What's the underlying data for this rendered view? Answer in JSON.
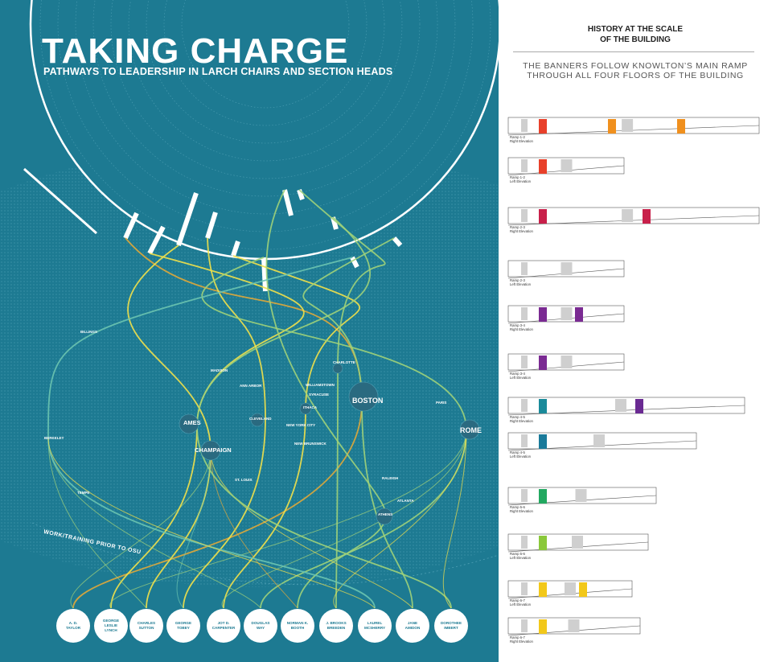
{
  "poster": {
    "title": "TAKING CHARGE",
    "subtitle": "PATHWAYS TO LEADERSHIP IN LARCH CHAIRS AND SECTION HEADS",
    "prior_label": "WORK/TRAINING PRIOR TO OSU",
    "colors": {
      "background": "#1d7a92",
      "gold": "#e0a83a",
      "yellow": "#f2e14a",
      "green": "#9fd27a",
      "teal": "#6cc4b0"
    },
    "people": [
      {
        "name": "A. D.\nTAYLOR"
      },
      {
        "name": "GEORGE\nLESLIE\nLYNCH"
      },
      {
        "name": "CHARLES\nSUTTON"
      },
      {
        "name": "GEORGE\nTOBEY"
      },
      {
        "name": "JOT D.\nCARPENTER"
      },
      {
        "name": "DOUGLAS\nWAY"
      },
      {
        "name": "NORMAN K.\nBOOTH"
      },
      {
        "name": "J. BROOKS\nBREEDEN"
      },
      {
        "name": "LAUREL\nMCSHERRY"
      },
      {
        "name": "JANE\nAMIDON"
      },
      {
        "name": "DOROTHEE\nIMBERT"
      }
    ],
    "cities": [
      {
        "name": "BILLINGS"
      },
      {
        "name": "MADISON"
      },
      {
        "name": "ANN ARBOR"
      },
      {
        "name": "CHARLOTTE"
      },
      {
        "name": "WILLIAMSTOWN"
      },
      {
        "name": "SYRACUSE"
      },
      {
        "name": "ITHACA"
      },
      {
        "name": "BOSTON"
      },
      {
        "name": "AMES"
      },
      {
        "name": "CLEVELAND"
      },
      {
        "name": "NEW YORK CITY"
      },
      {
        "name": "PARIS"
      },
      {
        "name": "BERKELEY"
      },
      {
        "name": "CHAMPAIGN"
      },
      {
        "name": "NEW BRUNSWICK"
      },
      {
        "name": "ROME"
      },
      {
        "name": "ST. LOUIS"
      },
      {
        "name": "RALEIGH"
      },
      {
        "name": "TEMPE"
      },
      {
        "name": "ATLANTA"
      },
      {
        "name": "ATHENS"
      }
    ]
  },
  "panel": {
    "title": "HISTORY AT THE SCALE\nOF THE BUILDING",
    "subtitle": "THE BANNERS FOLLOW KNOWLTON’S MAIN RAMP\nTHROUGH ALL FOUR FLOORS OF THE BUILDING",
    "ramps": [
      {
        "label": "Ramp 1-2\nRight Elevation",
        "banner_colors": [
          "#e8402a",
          "#f0901e",
          "#f0901e"
        ]
      },
      {
        "label": "Ramp 1-2\nLeft Elevation",
        "banner_colors": [
          "#e8402a"
        ]
      },
      {
        "label": "Ramp 2-3\nRight Elevation",
        "banner_colors": [
          "#c8204a",
          "#c8204a"
        ]
      },
      {
        "label": "Ramp 2-3\nLeft Elevation",
        "banner_colors": []
      },
      {
        "label": "Ramp 3-4\nRight Elevation",
        "banner_colors": [
          "#7a2a92",
          "#7a2a92"
        ]
      },
      {
        "label": "Ramp 3-4\nLeft Elevation",
        "banner_colors": [
          "#7a2a92"
        ]
      },
      {
        "label": "Ramp 4-5\nRight Elevation",
        "banner_colors": [
          "#1a8a9a",
          "#6a2a92"
        ]
      },
      {
        "label": "Ramp 4-5\nLeft Elevation",
        "banner_colors": [
          "#1a7a9a"
        ]
      },
      {
        "label": "Ramp 5-6\nRight Elevation",
        "banner_colors": [
          "#22a860"
        ]
      },
      {
        "label": "Ramp 5-6\nLeft Elevation",
        "banner_colors": [
          "#8ac83a"
        ]
      },
      {
        "label": "Ramp 6-7\nLeft Elevation",
        "banner_colors": [
          "#f2c81a",
          "#f2c81a"
        ]
      },
      {
        "label": "Ramp 6-7\nRight Elevation",
        "banner_colors": [
          "#f2c81a"
        ]
      }
    ]
  }
}
